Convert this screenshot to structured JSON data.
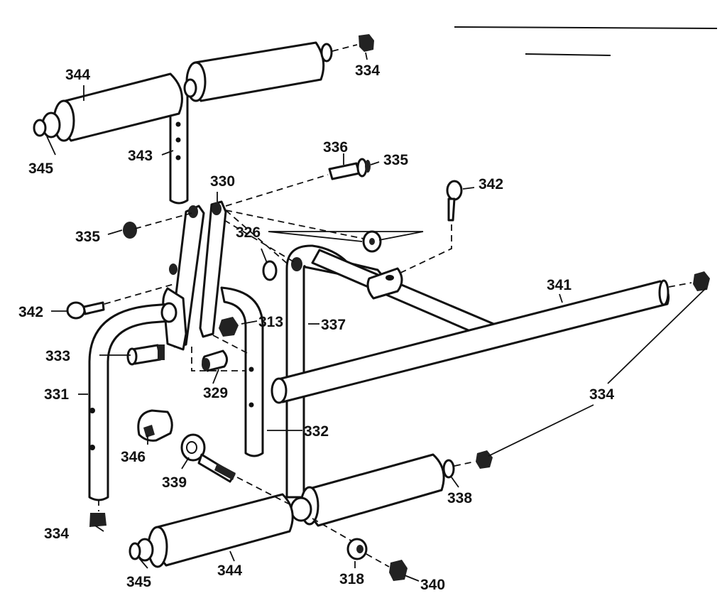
{
  "diagram": {
    "colors": {
      "ink": "#111111",
      "paper": "#ffffff"
    },
    "callouts": [
      {
        "id": "c344a",
        "text": "344"
      },
      {
        "id": "c334a",
        "text": "334"
      },
      {
        "id": "c345a",
        "text": "345"
      },
      {
        "id": "c343",
        "text": "343"
      },
      {
        "id": "c336",
        "text": "336"
      },
      {
        "id": "c335a",
        "text": "335"
      },
      {
        "id": "c330",
        "text": "330"
      },
      {
        "id": "c342a",
        "text": "342"
      },
      {
        "id": "c335b",
        "text": "335"
      },
      {
        "id": "c326",
        "text": "326"
      },
      {
        "id": "c341",
        "text": "341"
      },
      {
        "id": "c342b",
        "text": "342"
      },
      {
        "id": "c313",
        "text": "313"
      },
      {
        "id": "c337",
        "text": "337"
      },
      {
        "id": "c333",
        "text": "333"
      },
      {
        "id": "c329",
        "text": "329"
      },
      {
        "id": "c331",
        "text": "331"
      },
      {
        "id": "c334b",
        "text": "334"
      },
      {
        "id": "c332",
        "text": "332"
      },
      {
        "id": "c346",
        "text": "346"
      },
      {
        "id": "c339",
        "text": "339"
      },
      {
        "id": "c338",
        "text": "338"
      },
      {
        "id": "c334c",
        "text": "334"
      },
      {
        "id": "c345b",
        "text": "345"
      },
      {
        "id": "c344b",
        "text": "344"
      },
      {
        "id": "c318",
        "text": "318"
      },
      {
        "id": "c340",
        "text": "340"
      }
    ]
  }
}
